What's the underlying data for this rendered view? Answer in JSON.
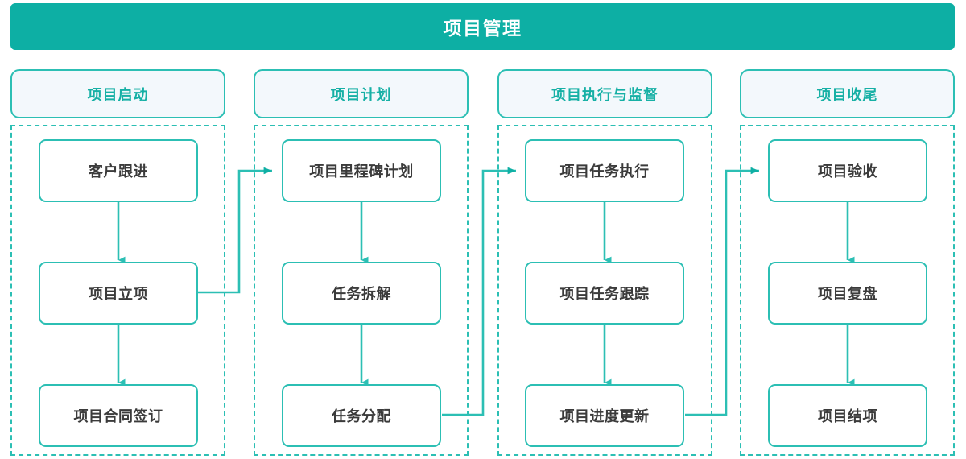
{
  "header": {
    "title": "项目管理",
    "bar_color": "#0DAFA4",
    "title_color": "#FFFFFF"
  },
  "theme": {
    "accent": "#2CBFB4",
    "accent_dark": "#0DAFA4",
    "header_chip_fill": "#F3F8FC",
    "header_chip_text": "#16B0A5",
    "node_fill": "#FFFFFF",
    "node_text": "#3B3B3B",
    "page_background": "#FFFFFF"
  },
  "diagram": {
    "type": "swimlane-flowchart",
    "orientation": "left-to-right phases, top-to-bottom steps",
    "lane_count": 4,
    "steps_per_lane": 3,
    "lanes": [
      {
        "id": "lane-1",
        "label": "项目启动",
        "nodes": [
          {
            "id": "n1-1",
            "label": "客户跟进"
          },
          {
            "id": "n1-2",
            "label": "项目立项"
          },
          {
            "id": "n1-3",
            "label": "项目合同签订"
          }
        ]
      },
      {
        "id": "lane-2",
        "label": "项目计划",
        "nodes": [
          {
            "id": "n2-1",
            "label": "项目里程碑计划"
          },
          {
            "id": "n2-2",
            "label": "任务拆解"
          },
          {
            "id": "n2-3",
            "label": "任务分配"
          }
        ]
      },
      {
        "id": "lane-3",
        "label": "项目执行与监督",
        "nodes": [
          {
            "id": "n3-1",
            "label": "项目任务执行"
          },
          {
            "id": "n3-2",
            "label": "项目任务跟踪"
          },
          {
            "id": "n3-3",
            "label": "项目进度更新"
          }
        ]
      },
      {
        "id": "lane-4",
        "label": "项目收尾",
        "nodes": [
          {
            "id": "n4-1",
            "label": "项目验收"
          },
          {
            "id": "n4-2",
            "label": "项目复盘"
          },
          {
            "id": "n4-3",
            "label": "项目结项"
          }
        ]
      }
    ],
    "edges": [
      {
        "from": "n1-1",
        "to": "n1-2",
        "style": "vertical-arrow"
      },
      {
        "from": "n1-2",
        "to": "n1-3",
        "style": "vertical-arrow"
      },
      {
        "from": "n2-1",
        "to": "n2-2",
        "style": "vertical-arrow"
      },
      {
        "from": "n2-2",
        "to": "n2-3",
        "style": "vertical-arrow"
      },
      {
        "from": "n3-1",
        "to": "n3-2",
        "style": "vertical-arrow"
      },
      {
        "from": "n3-2",
        "to": "n3-3",
        "style": "vertical-arrow"
      },
      {
        "from": "n4-1",
        "to": "n4-2",
        "style": "vertical-arrow"
      },
      {
        "from": "n4-2",
        "to": "n4-3",
        "style": "vertical-arrow"
      },
      {
        "from": "n1-2",
        "to": "n2-1",
        "style": "elbow-arrow"
      },
      {
        "from": "n2-3",
        "to": "n3-1",
        "style": "elbow-arrow"
      },
      {
        "from": "n3-3",
        "to": "n4-1",
        "style": "elbow-arrow"
      }
    ]
  }
}
